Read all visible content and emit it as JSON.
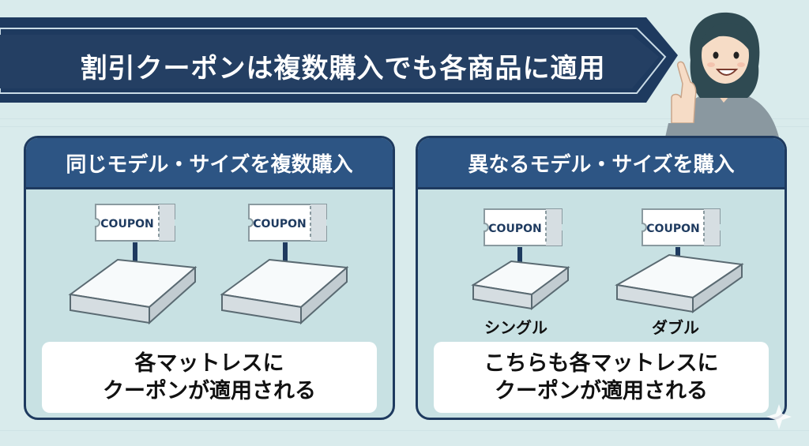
{
  "banner": {
    "title": "割引クーポンは複数購入でも各商品に適用"
  },
  "left_panel": {
    "header": "同じモデル・サイズを複数購入",
    "coupon_labels": [
      "COUPON",
      "COUPON"
    ],
    "caption_line1": "各マットレスに",
    "caption_line2": "クーポンが適用される"
  },
  "right_panel": {
    "header": "異なるモデル・サイズを購入",
    "coupon_labels": [
      "COUPON",
      "COUPON"
    ],
    "size_labels": [
      "シングル",
      "ダブル"
    ],
    "caption_line1": "こちらも各マットレスに",
    "caption_line2": "クーポンが適用される"
  },
  "colors": {
    "banner_dark": "#1e3a5f",
    "header_blue": "#2d5584",
    "panel_bg": "#c8e1e3",
    "page_bg": "#d9ebec"
  },
  "icons": [
    "coupon-ticket-icon",
    "down-arrow-icon",
    "mattress-icon",
    "presenter-illustration",
    "sparkle-icon"
  ]
}
